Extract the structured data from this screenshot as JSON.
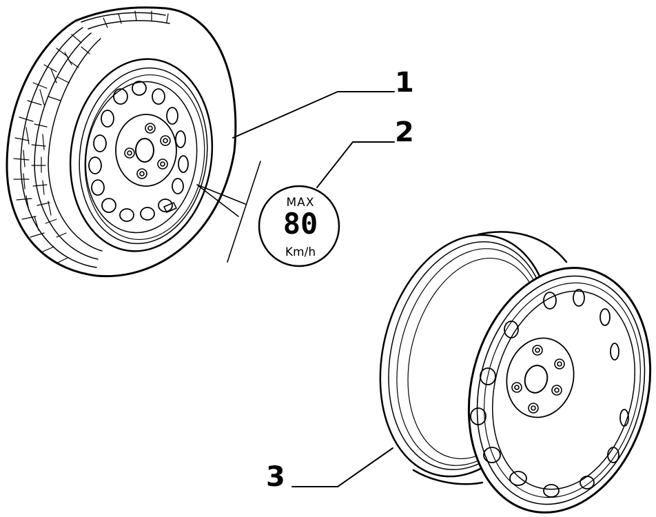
{
  "callouts": {
    "one": "1",
    "two": "2",
    "three": "3"
  },
  "speed_badge": {
    "top": "MAX",
    "value": "80",
    "unit": "Km/h"
  },
  "colors": {
    "ink": "#000000",
    "paper": "#ffffff"
  }
}
